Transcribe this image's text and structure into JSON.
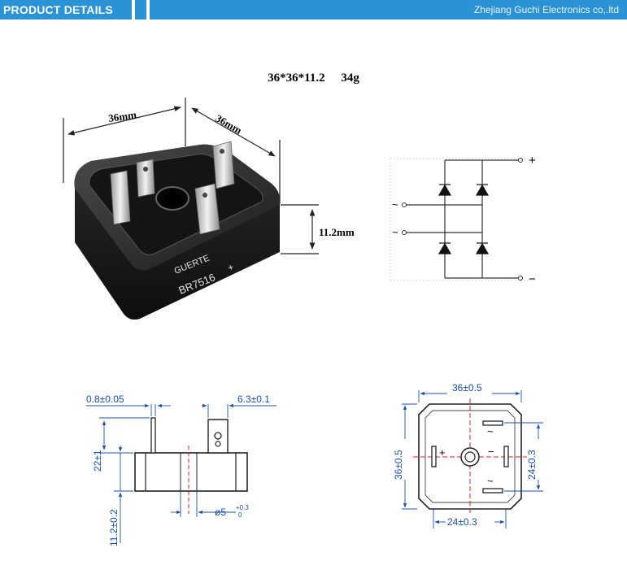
{
  "banner": {
    "title": "PRODUCT DETAILS",
    "company": "Zhejiang Guchi Electronics co,.ltd"
  },
  "spec": {
    "size": "36*36*11.2",
    "weight": "34g"
  },
  "photo": {
    "dim_width": "36mm",
    "dim_depth": "36mm",
    "dim_height": "11.2mm",
    "brand": "GUERTE",
    "model": "BR7516"
  },
  "schematic": {
    "plus": "+",
    "minus": "−",
    "ac1": "~",
    "ac2": "~"
  },
  "side_view": {
    "pin_thickness": "0.8±0.05",
    "pin_width": "6.3±0.1",
    "pin_length": "22±1",
    "body_height": "11.2±0.2",
    "hole": "ø5",
    "hole_tol": "+0.3",
    "hole_tol2": "0"
  },
  "top_view": {
    "width": "36±0.5",
    "height": "36±0.5",
    "pin_spacing_v": "24±0.3",
    "pin_spacing_h": "24±0.3",
    "plus": "+",
    "minus": "−",
    "ac": "~"
  }
}
